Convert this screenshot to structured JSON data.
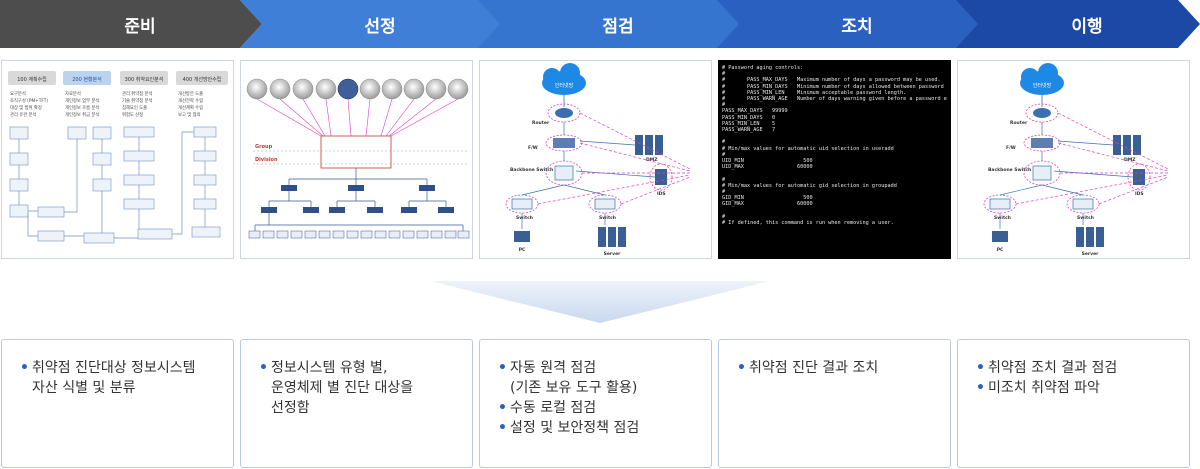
{
  "steps": [
    {
      "label": "준비"
    },
    {
      "label": "선정"
    },
    {
      "label": "점검"
    },
    {
      "label": "조치"
    },
    {
      "label": "이행"
    }
  ],
  "prep_panel": {
    "phases": [
      "100 계획수립",
      "200 현황분석",
      "300 취약요인분석",
      "400 개선방안수립"
    ],
    "phase_bullets": [
      [
        "요구분석",
        "조직구성 (PM+TFT)",
        "대상 및 범위 확정",
        "관리 유관 분석"
      ],
      [
        "자료분석",
        "개인정보 업무 분석",
        "개인정보 흐름 분석",
        "개인정보 취급 분석"
      ],
      [
        "관리 취약점 분석",
        "기술 취약점 분석",
        "침해요인 도출",
        "위험도 산정"
      ],
      [
        "개선방안 도출",
        "개선전략 수립",
        "개선계획 수립",
        "보고 및 협의"
      ]
    ]
  },
  "select_panel": {
    "group_label": "Group",
    "division_label": "Division"
  },
  "network": {
    "cloud_label": "인터넷망",
    "router_label": "Router",
    "fw_label": "F/W",
    "backbone_label": "Backbone\nSwitch",
    "dmz_label": "DMZ",
    "ids_label": "IDS",
    "switch_label": "Switch",
    "pc_label": "PC",
    "server_label": "Server"
  },
  "terminal_lines": [
    "# Password aging controls:",
    "#",
    "#       PASS_MAX_DAYS   Maximum number of days a password may be used.",
    "#       PASS_MIN_DAYS   Minimum number of days allowed between password",
    "#       PASS_MIN_LEN    Minimum acceptable password length.",
    "#       PASS_WARN_AGE   Number of days warning given before a password e",
    "#",
    "PASS_MAX_DAYS   99999",
    "PASS_MIN_DAYS   0",
    "PASS_MIN_LEN    5",
    "PASS_WARN_AGE   7",
    "",
    "#",
    "# Min/max values for automatic uid selection in useradd",
    "#",
    "UID_MIN                   500",
    "UID_MAX                 60000",
    "",
    "#",
    "# Min/max values for automatic gid selection in groupadd",
    "#",
    "GID_MIN                   500",
    "GID_MAX                 60000",
    "",
    "#",
    "# If defined, this command is run when removing a user."
  ],
  "boxes": [
    {
      "items": [
        "취약점 진단대상 정보시스템\n자산 식별 및 분류"
      ]
    },
    {
      "items": [
        "정보시스템 유형 별,\n운영체제 별 진단 대상을\n선정함"
      ]
    },
    {
      "items": [
        "자동 원격 점검\n(기존 보유 도구 활용)",
        "수동 로컬 점검",
        "설정 및 보안정책 점검"
      ]
    },
    {
      "items": [
        "취약점 진단 결과 조치"
      ]
    },
    {
      "items": [
        "취약점 조치 결과 점검",
        "미조치 취약점 파악"
      ]
    }
  ],
  "colors": {
    "step_prep": "#4d4d4d",
    "step_blue_1": "#3f7fd8",
    "step_blue_2": "#3574cf",
    "step_blue_3": "#2a60bf",
    "step_blue_4": "#1c49a6",
    "link_pink": "#e040c0"
  }
}
